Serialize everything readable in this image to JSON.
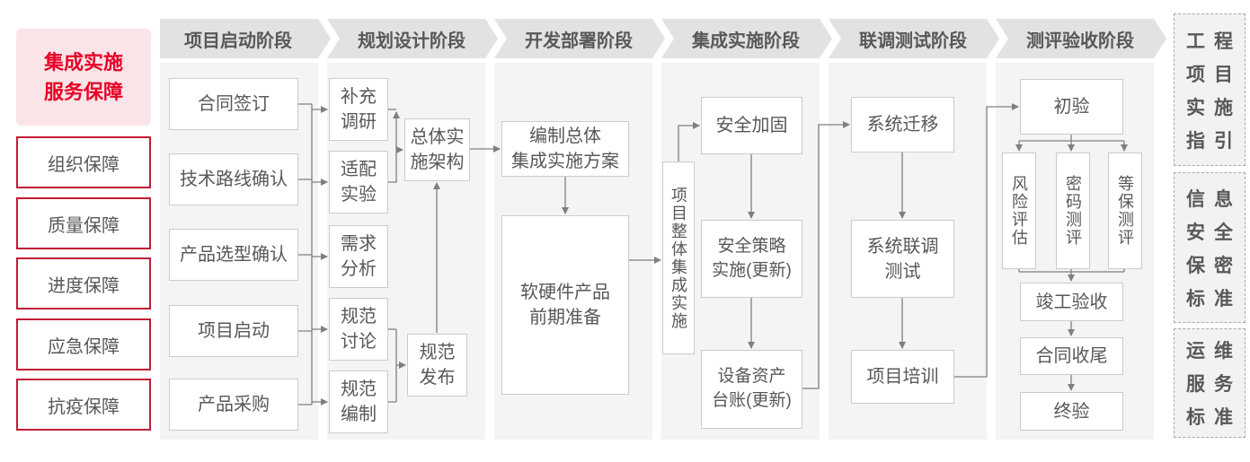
{
  "title_card": {
    "lines": [
      "集成实施",
      "服务保障"
    ]
  },
  "sidebar": {
    "items": [
      "组织保障",
      "质量保障",
      "进度保障",
      "应急保障",
      "抗疫保障"
    ]
  },
  "phases": [
    {
      "label": "项目启动阶段",
      "nodes": {
        "contract_signing": "合同签订",
        "tech_route_confirm": "技术路线确认",
        "product_selection_confirm": "产品选型确认",
        "project_kickoff": "项目启动",
        "product_procurement": "产品采购"
      }
    },
    {
      "label": "规划设计阶段",
      "nodes": {
        "supplementary_research": [
          "补充",
          "调研"
        ],
        "adaptation_test": [
          "适配",
          "实验"
        ],
        "overall_architecture": [
          "总体实",
          "施架构"
        ],
        "requirement_analysis": [
          "需求",
          "分析"
        ],
        "spec_discussion": [
          "规范",
          "讨论"
        ],
        "spec_drafting": [
          "规范",
          "编制"
        ],
        "spec_release": [
          "规范",
          "发布"
        ]
      }
    },
    {
      "label": "开发部署阶段",
      "nodes": {
        "overall_plan": [
          "编制总体",
          "集成实施方案"
        ],
        "hw_sw_prep": [
          "软硬件产品",
          "前期准备"
        ]
      }
    },
    {
      "label": "集成实施阶段",
      "nodes": {
        "overall_impl": "项目整体集成实施",
        "security_hardening": "安全加固",
        "security_policy": [
          "安全策略",
          "实施(更新)"
        ],
        "asset_ledger": [
          "设备资产",
          "台账(更新)"
        ]
      }
    },
    {
      "label": "联调测试阶段",
      "nodes": {
        "system_migration": "系统迁移",
        "joint_testing": [
          "系统联调",
          "测试"
        ],
        "project_training": "项目培训"
      }
    },
    {
      "label": "测评验收阶段",
      "nodes": {
        "initial_acceptance": "初验",
        "risk_assessment": "风险评估",
        "crypto_eval": "密码测评",
        "mlps_eval": "等保测评",
        "completion_acceptance": "竣工验收",
        "contract_closure": "合同收尾",
        "final_acceptance": "终验"
      }
    }
  ],
  "standards": [
    {
      "text": "工程项目实施指引"
    },
    {
      "text": "信息安全保密标准"
    },
    {
      "text": "运维服务标准"
    }
  ],
  "colors": {
    "accent_red": "#e60027",
    "red_border": "#c11b36",
    "pink_bg": "#fbe4e7",
    "band_gray": "#e2e2e2",
    "panel_gray": "#f4f4f4",
    "box_border": "#cbcbcb",
    "text_gray": "#595757",
    "connector_gray": "#7f7f7f"
  }
}
